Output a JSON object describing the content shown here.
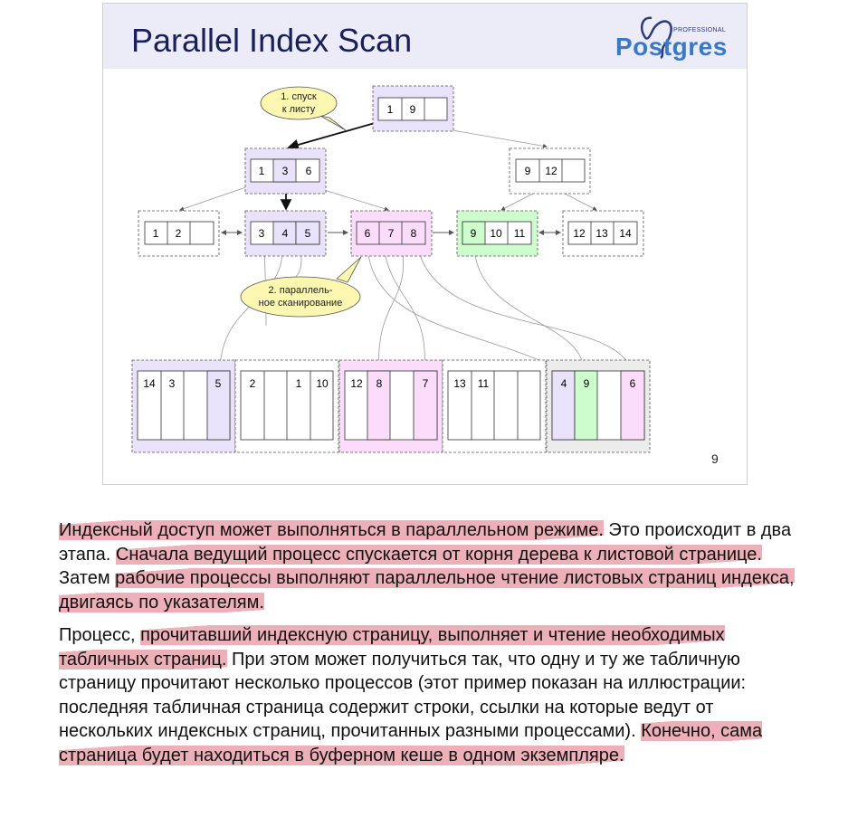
{
  "slide": {
    "title": "Parallel Index Scan",
    "logo": {
      "tag": "PROFESSIONAL",
      "word": "Postgres"
    },
    "page_number": "9",
    "callouts": [
      "1. спуск",
      "к листу",
      "2. параллель-",
      "ное сканирование"
    ],
    "tree": {
      "root": [
        "1",
        "9",
        ""
      ],
      "level1": [
        [
          "1",
          "3",
          "6"
        ],
        [
          "9",
          "12",
          ""
        ]
      ],
      "leaves": [
        [
          "1",
          "2",
          ""
        ],
        [
          "3",
          "4",
          "5"
        ],
        [
          "6",
          "7",
          "8"
        ],
        [
          "9",
          "10",
          "11"
        ],
        [
          "12",
          "13",
          "14"
        ]
      ]
    },
    "table_pages": [
      [
        "14",
        "3",
        "",
        "5"
      ],
      [
        "2",
        "",
        "1",
        "10"
      ],
      [
        "12",
        "8",
        "",
        "7"
      ],
      [
        "13",
        "11",
        "",
        ""
      ],
      [
        "4",
        "9",
        "",
        "6"
      ]
    ],
    "colors": {
      "purple": "#e8e2fb",
      "pink": "#fbdcfb",
      "green": "#cdfccd",
      "gray": "#ececec",
      "header": "#ecebf8",
      "title": "#1a1f5a",
      "highlight": "#e896a0"
    }
  },
  "text": {
    "p1": [
      {
        "t": "Индексный доступ может выполняться в параллельном режиме.",
        "hl": true
      },
      {
        "t": " Это происходит в два этапа. ",
        "hl": false
      },
      {
        "t": "Сначала ведущий процесс спускается от корня дерева к листовой странице.",
        "hl": true
      },
      {
        "t": " Затем ",
        "hl": false
      },
      {
        "t": "рабочие процессы выполняют параллельное чтение листовых страниц индекса, двигаясь по указателям.",
        "hl": true
      }
    ],
    "p2": [
      {
        "t": "Процесс, ",
        "hl": false
      },
      {
        "t": "прочитавший индексную страницу, выполняет и чтение необходимых табличных страниц.",
        "hl": true
      },
      {
        "t": " При этом может получиться так, что одну и ту же табличную страницу прочитают несколько процессов (этот пример показан на иллюстрации: последняя табличная страница содержит строки, ссылки на которые ведут от нескольких индексных страниц, прочитанных разными процессами). ",
        "hl": false
      },
      {
        "t": "Конечно, сама страница будет находиться в буферном кеше в одном экземпляре.",
        "hl": true
      }
    ]
  }
}
